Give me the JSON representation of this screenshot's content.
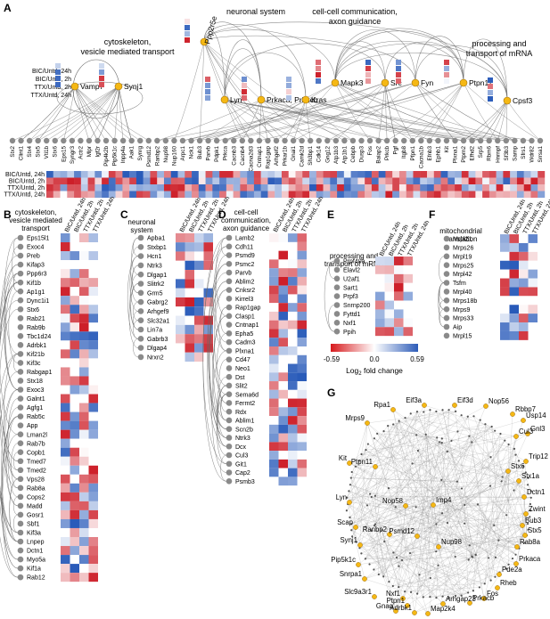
{
  "panel_letters": [
    "A",
    "B",
    "C",
    "D",
    "E",
    "F",
    "G"
  ],
  "panelA": {
    "category_labels": {
      "cytoskeleton": [
        "cytoskeleton,",
        "vesicle mediated transport"
      ],
      "neuronal": [
        "neuronal system"
      ],
      "comm": [
        "cell-cell communication,",
        "axon guidance"
      ],
      "mrna": [
        "processing and",
        "transport of mRNA"
      ]
    },
    "condition_labels": [
      "BIC/Untd, 24h",
      "BIC/Untd, 2h",
      "TTX/Untd, 2h",
      "TTX/Untd, 24h"
    ],
    "hub_genes": [
      "Vamp7",
      "Synj1",
      "Ppp2r5e",
      "Lyn",
      "Prkaca, Prkacb",
      "Kras",
      "Mapk3",
      "Src",
      "Fyn",
      "Ptpn11",
      "Cpsf3"
    ],
    "target_genes": [
      "Stx2",
      "Clint1",
      "Stx4",
      "Stx5",
      "Vti1b",
      "Stx6",
      "Eps15",
      "Syngr3",
      "Actr2",
      "Mlpr",
      "Igf2r",
      "Pip4k2b",
      "Pip5k1c",
      "Inpp4a",
      "Aak1",
      "Synrg",
      "Psmd12",
      "Ranbp2",
      "Nup98",
      "Nup160",
      "Arpc1",
      "Nck1",
      "Bub3",
      "Parvb",
      "Pdpk1",
      "Prkca",
      "Cacnb3",
      "Cacnb4",
      "Cacna2d3",
      "Cntnap1",
      "Rap1gap",
      "Arhgef2",
      "Prkar1b",
      "Gnai1",
      "Camk2d",
      "Sh3bp1",
      "Cdk14",
      "Gng12",
      "Atp1b3",
      "Atp1b1",
      "Cebpb",
      "Dusp3",
      "Fos",
      "Baiap2",
      "Prkcb",
      "Pgf",
      "Itgb8",
      "Pfpn1",
      "Cacna1b",
      "Efnb3",
      "Ephb1",
      "Kit",
      "Plxna1",
      "Ptprn2",
      "Efhd2",
      "Srp5",
      "Rbm6",
      "Hnrnpf",
      "Sf3b3",
      "Sarnp",
      "Sfrs1",
      "Wdr82",
      "Srrsa1"
    ]
  },
  "panelB": {
    "category": [
      "cytoskeleton,",
      "vesicle mediated",
      "transport"
    ],
    "genes": [
      "Eps15l1",
      "Exoc4",
      "Preb",
      "Kifap3",
      "Ppp6r3",
      "Kif1b",
      "Ap1g1",
      "Dync1i1",
      "Stx6",
      "Rab21",
      "Rab9b",
      "Tbc1d24",
      "Adrbk1",
      "Kif21b",
      "Kif3c",
      "Rabgap1",
      "Stx18",
      "Exoc3",
      "Galnt1",
      "Agfg1",
      "Rab5c",
      "App",
      "Lman2l",
      "Rab7b",
      "Copb1",
      "Tmed7",
      "Tmed2",
      "Vps28",
      "Rab8a",
      "Cops2",
      "Madd",
      "Gosr1",
      "Sbf1",
      "Kif3a",
      "Lnpep",
      "Dctn1",
      "Myo5a",
      "Kif1a",
      "Rab12"
    ]
  },
  "panelC": {
    "category": [
      "neuronal",
      "system"
    ],
    "genes": [
      "Apba1",
      "Stxbp1",
      "Hcn1",
      "Ntrk3",
      "Dlgap1",
      "Slitrk2",
      "Grm5",
      "Gabrg2",
      "Arhgef9",
      "Slc32a1",
      "Lin7a",
      "Gabrb3",
      "Dlgap4",
      "Nrxn2"
    ]
  },
  "panelD": {
    "category": [
      "cell-cell",
      "communication,",
      "axon guidance"
    ],
    "genes": [
      "Lamb2",
      "Cdh11",
      "Psmd9",
      "Psmc2",
      "Parvb",
      "Ablim2",
      "Cnksr2",
      "Kirrel3",
      "Rap1gap",
      "Clasp1",
      "Cntnap1",
      "Epha5",
      "Cadm3",
      "Plxna1",
      "Cd47",
      "Neo1",
      "Dst",
      "Slit2",
      "Sema6d",
      "Fermt2",
      "Rdx",
      "Ablim1",
      "Scn2b",
      "Ntrk3",
      "Dcx",
      "Cul3",
      "Git1",
      "Cap2",
      "Psmb3"
    ]
  },
  "panelE": {
    "category": [
      "processing and",
      "transport of mRNA"
    ],
    "genes": [
      "Prpf40a",
      "Elavl2",
      "U2af1",
      "Sart1",
      "Prpf3",
      "Snrnp200",
      "Fyttd1",
      "Nxf1",
      "Ppih"
    ]
  },
  "panelF": {
    "category": [
      "mitochondrial",
      "translation"
    ],
    "genes": [
      "Mrpl21",
      "Mrps26",
      "Mrpl19",
      "Mrps25",
      "Mrpl42",
      "Tsfm",
      "Mrpl40",
      "Mrps18b",
      "Mrps9",
      "Mrps33",
      "Aip",
      "Mrpl15"
    ]
  },
  "colorbar": {
    "ticks": [
      "-0.59",
      "0.0",
      "0.59"
    ],
    "label_main": "Log",
    "label_sub": "2",
    "label_rest": " fold change",
    "low_color": "#d7191c",
    "mid_color": "#ffffff",
    "high_color": "#2c5bb8"
  },
  "panelG": {
    "labeled_nodes": [
      "Rpa1",
      "Eif3a",
      "Eif3d",
      "Nop56",
      "Rbbp7",
      "Gnl3",
      "Mrps9",
      "Usp14",
      "Cul3",
      "Trip12",
      "Kit",
      "Ptpn11",
      "Stx6",
      "Stx1a",
      "Dctn1",
      "Lyn",
      "Nop58",
      "Zwint",
      "Scap",
      "Imp4",
      "Bub3",
      "Stx5",
      "Synj1",
      "Ranbp2",
      "Rab8a",
      "Psmd12",
      "Nup98",
      "Prkaca",
      "Pip5k1c",
      "Pde2a",
      "Snrpa1",
      "Rheb",
      "Fos",
      "Slc9a3r1",
      "Nxf1",
      "Ptpn1",
      "Prkacb",
      "Arhgap23",
      "Map2k4",
      "Gnaq",
      "Adrbk1"
    ]
  },
  "colors": {
    "node": "#f5b814",
    "node_stroke": "#a07010",
    "gray_node": "#8a8a8a",
    "edge": "#777777"
  }
}
